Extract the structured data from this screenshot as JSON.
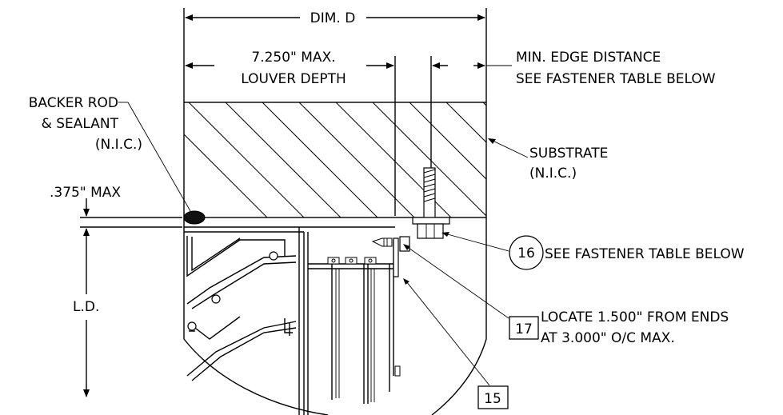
{
  "labels": {
    "dim_d": "DIM. D",
    "louver_depth_1": "7.250\" MAX.",
    "louver_depth_2": "LOUVER DEPTH",
    "edge_dist_1": "MIN. EDGE DISTANCE",
    "edge_dist_2": "SEE FASTENER TABLE BELOW",
    "backer_1": "BACKER ROD",
    "backer_2": "& SEALANT",
    "backer_3": "(N.I.C.)",
    "substrate_1": "SUBSTRATE",
    "substrate_2": "(N.I.C.)",
    "gap": ".375\" MAX",
    "ld": "L.D.",
    "callout_16_text": "SEE FASTENER TABLE BELOW",
    "callout_17_text_1": "LOCATE 1.500\" FROM ENDS",
    "callout_17_text_2": "AT 3.000\" O/C MAX."
  },
  "callouts": {
    "c15": "15",
    "c16": "16",
    "c17": "17"
  }
}
